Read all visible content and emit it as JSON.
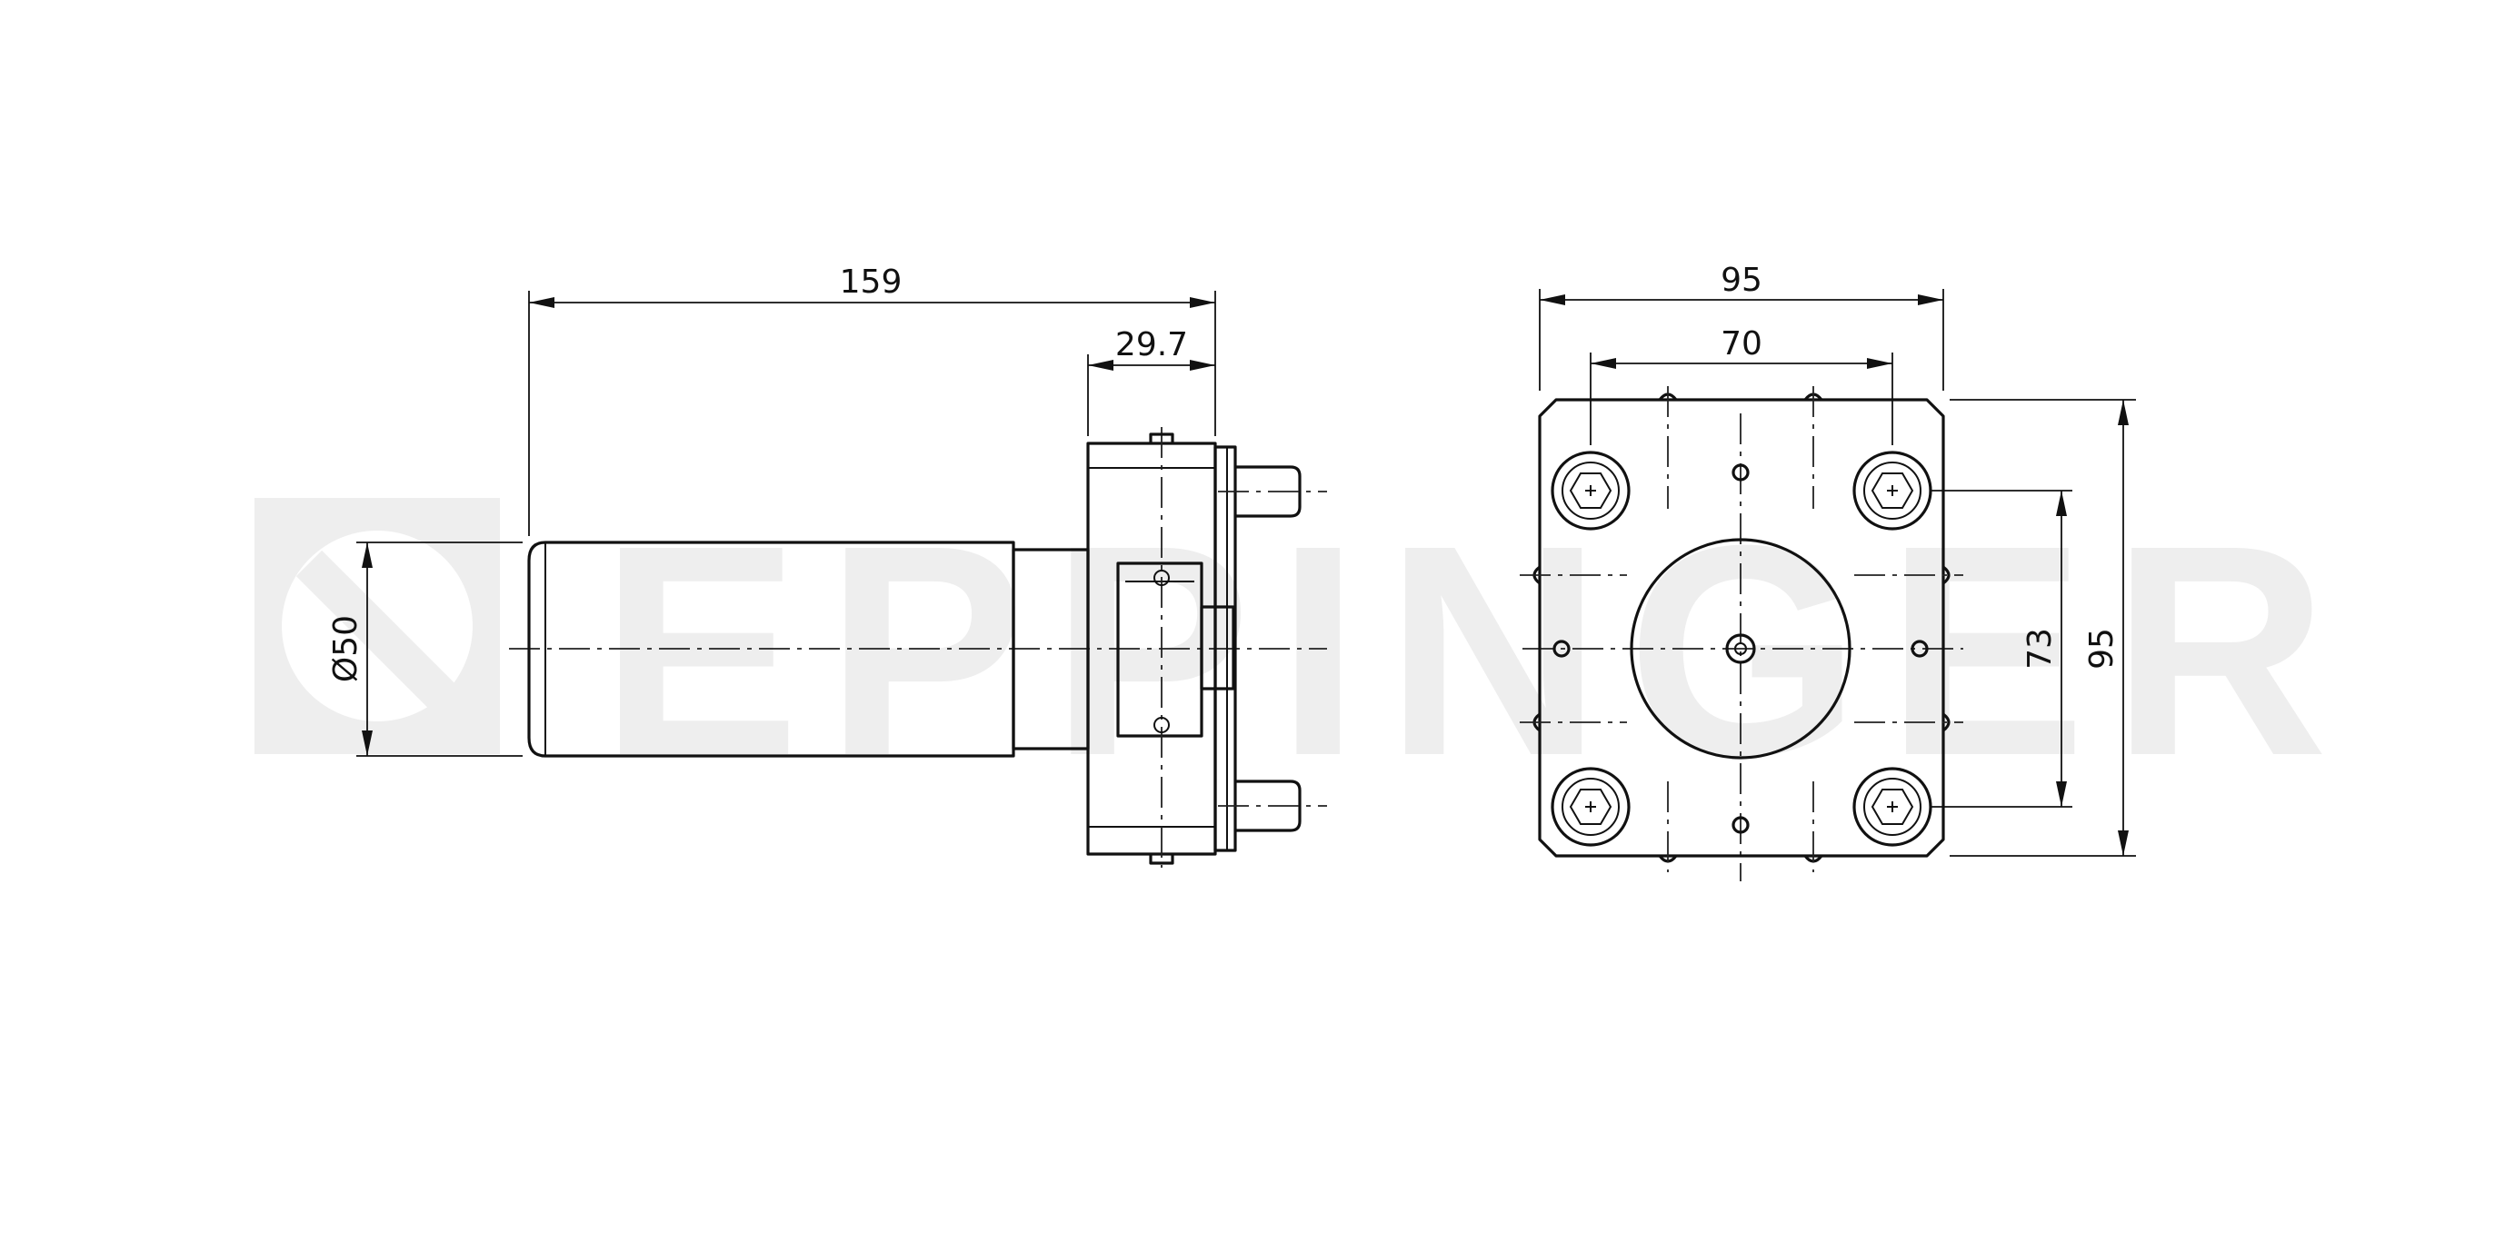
{
  "watermark": {
    "text": "EPPINGER",
    "color": "#eeeeee"
  },
  "side_view": {
    "dim_length": "159",
    "dim_flange": "29.7",
    "dim_diameter": "Ø50"
  },
  "front_view": {
    "dim_width_outer": "95",
    "dim_width_inner": "70",
    "dim_height_inner": "73",
    "dim_height_outer": "95"
  },
  "colors": {
    "line": "#111111",
    "background": "#ffffff"
  }
}
